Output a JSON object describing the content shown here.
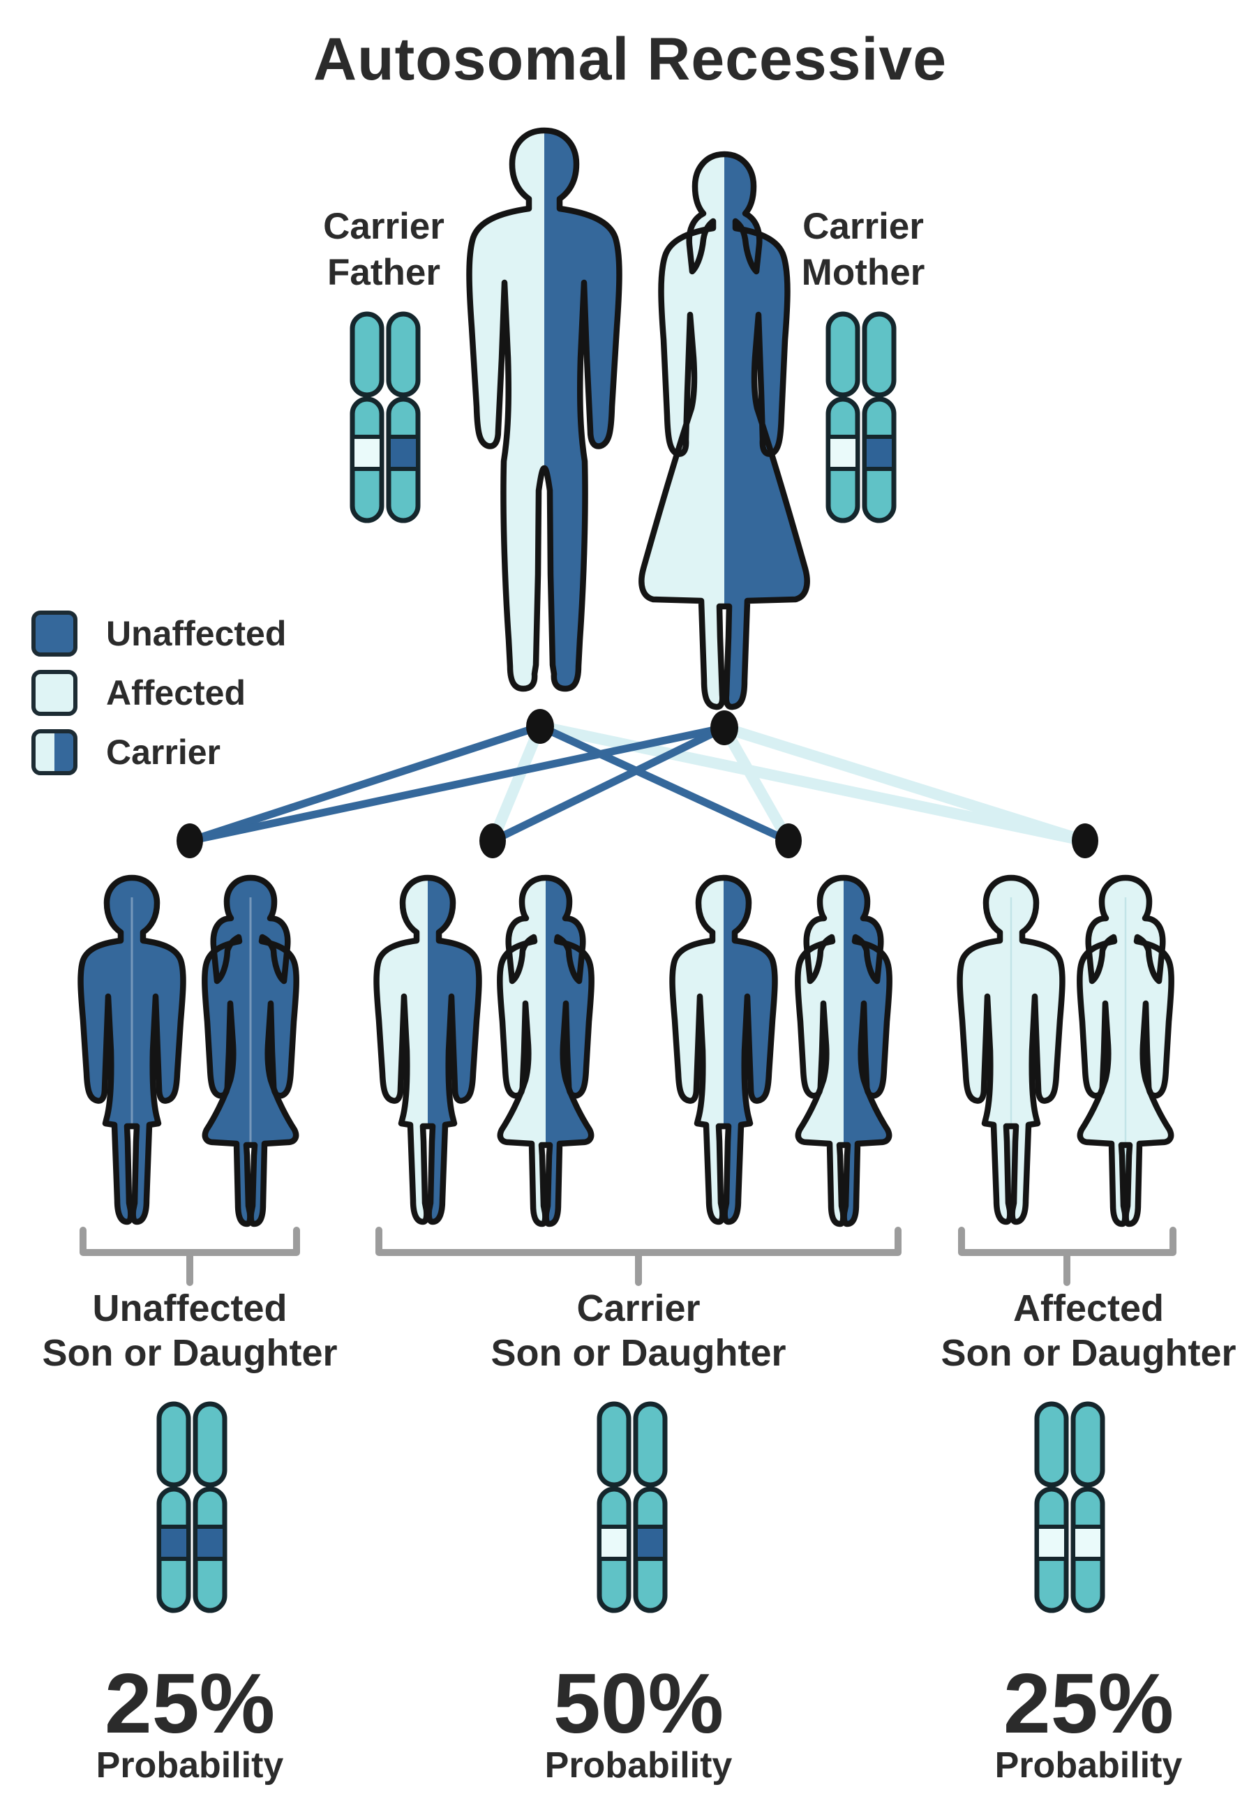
{
  "title": "Autosomal Recessive",
  "parents": {
    "father": {
      "label": [
        "Carrier",
        "Father"
      ],
      "status": "carrier"
    },
    "mother": {
      "label": [
        "Carrier",
        "Mother"
      ],
      "status": "carrier"
    }
  },
  "legend": {
    "items": [
      {
        "key": "unaffected",
        "label": "Unaffected"
      },
      {
        "key": "affected",
        "label": "Affected"
      },
      {
        "key": "carrier",
        "label": "Carrier"
      }
    ]
  },
  "outcomes": [
    {
      "status": "unaffected",
      "label": [
        "Unaffected",
        "Son or Daughter"
      ],
      "children": [
        "son",
        "daughter"
      ],
      "chromosome_bands": [
        "unaffected",
        "unaffected"
      ],
      "probability": "25%",
      "probability_label": "Probability"
    },
    {
      "status": "carrier",
      "label": [
        "Carrier",
        "Son or Daughter"
      ],
      "children": [
        "son",
        "daughter"
      ],
      "chromosome_bands": [
        "affected",
        "unaffected"
      ],
      "probability": "50%",
      "probability_label": "Probability"
    },
    {
      "status": "affected",
      "label": [
        "Affected",
        "Son or Daughter"
      ],
      "children": [
        "son",
        "daughter"
      ],
      "chromosome_bands": [
        "affected",
        "affected"
      ],
      "probability": "25%",
      "probability_label": "Probability"
    }
  ],
  "colors": {
    "unaffected": "#35689b",
    "affected": "#dff4f5",
    "teal": "#60c2c6",
    "band-pale": "#eafafa",
    "band-dark": "#2f6397",
    "figure-outline": "#141414",
    "chromosome-outline": "#15262c",
    "text": "#2b2b2b",
    "bracket": "#9c9c9c",
    "dot": "#131313",
    "line-pale": "#d8f0f3"
  }
}
